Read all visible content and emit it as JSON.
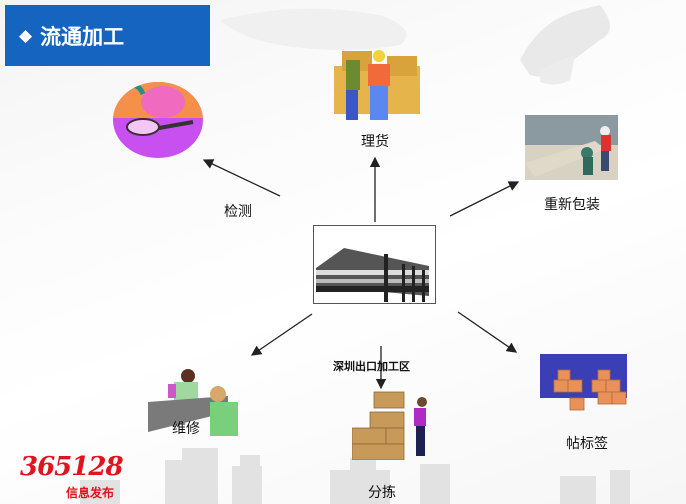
{
  "slide": {
    "title": "流通加工",
    "title_bullet": "◆",
    "colors": {
      "title_bg": "#1565c0",
      "title_text": "#ffffff",
      "logo_red": "#e0141e",
      "label_blue_bg": "#3b3fb5"
    }
  },
  "diagram": {
    "center": {
      "image": "factory-building",
      "label": "深圳出口加工区"
    },
    "nodes": [
      {
        "id": "inspection",
        "label": "检测",
        "image": "magnifier-cartoon"
      },
      {
        "id": "sorting-goods",
        "label": "理货",
        "image": "workers-with-boxes"
      },
      {
        "id": "repackaging",
        "label": "重新包装",
        "image": "packing-line"
      },
      {
        "id": "labeling",
        "label": "帖标签",
        "image": "stacked-boxes"
      },
      {
        "id": "picking",
        "label": "分拣",
        "image": "woman-stacking-boxes"
      },
      {
        "id": "repair",
        "label": "维修",
        "image": "workers-at-bench"
      }
    ]
  },
  "logo": {
    "number": "365128",
    "tagline": "信息发布"
  }
}
